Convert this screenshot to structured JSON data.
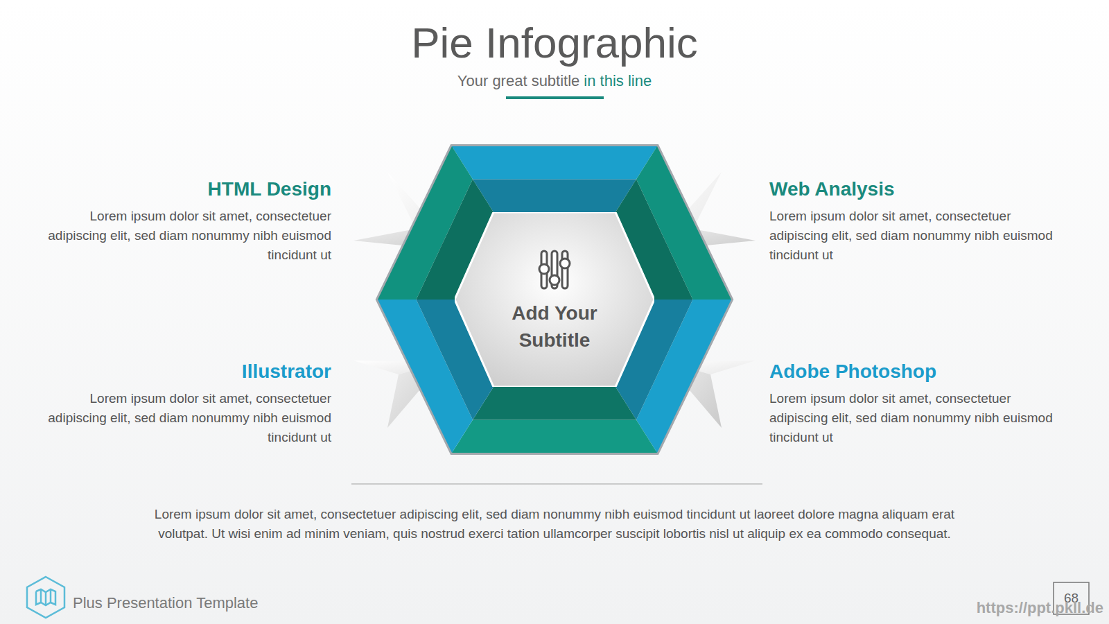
{
  "diagram": {
    "title": "Pie Infographic",
    "nodes": [
      {
        "text": [
          "Add Your Subtitle"
        ]
      }
    ],
    "labels": [
      "Your great subtitle",
      "in this line",
      "HTML Design",
      "Lorem ipsum dolor sit amet, consectetuer adipiscing elit, sed diam nonummy nibh euismod tincidunt ut",
      "Web Analysis",
      "Lorem ipsum dolor sit amet, consectetuer adipiscing elit, sed diam nonummy nibh euismod tincidunt ut",
      "Illustrator",
      "Lorem ipsum dolor sit amet, consectetuer adipiscing elit, sed diam nonummy nibh euismod tincidunt ut",
      "Adobe Photoshop",
      "Lorem ipsum dolor sit amet, consectetuer adipiscing elit, sed diam nonummy nibh euismod tincidunt ut",
      "Lorem ipsum dolor sit amet, consectetuer adipiscing elit, sed diam nonummy nibh euismod tincidunt ut laoreet dolore magna aliquam erat volutpat. Ut wisi enim ad minim veniam, quis nostrud exerci tation ullamcorper suscipit lobortis nisl ut aliquip ex ea commodo consequat.",
      "Plus Presentation Template",
      "68",
      "https://ppt.pkll.de"
    ]
  }
}
